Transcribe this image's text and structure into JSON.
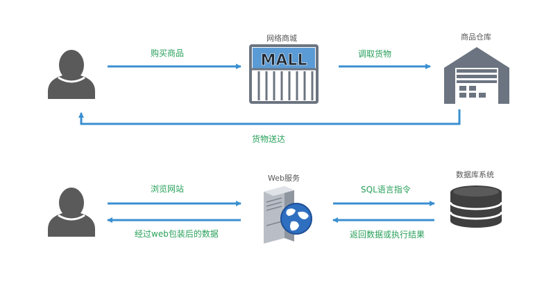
{
  "colors": {
    "arrow": "#3a8fd0",
    "label_text": "#28a05a",
    "node_text": "#555555",
    "icon_dark": "#5a5a5a",
    "mall_sign": "#5b9bd5",
    "warehouse_gray": "#6b7480",
    "globe_blue": "#2f6fc0"
  },
  "top_flow": {
    "nodes": {
      "user": {
        "icon": "user-icon"
      },
      "mall": {
        "title": "网络商城",
        "icon": "mall-icon",
        "sign_text": "MALL"
      },
      "warehouse": {
        "title": "商品仓库",
        "icon": "warehouse-icon"
      }
    },
    "edges": {
      "buy": "购买商品",
      "fetch": "调取货物",
      "deliver": "货物送达"
    }
  },
  "bottom_flow": {
    "nodes": {
      "user": {
        "icon": "user-icon"
      },
      "web": {
        "title": "Web服务",
        "icon": "web-server-icon"
      },
      "db": {
        "title": "数据库系统",
        "icon": "database-icon"
      }
    },
    "edges": {
      "browse": "浏览网站",
      "wrapped_data": "经过web包装后的数据",
      "sql": "SQL语言指令",
      "return": "返回数据或执行结果"
    }
  }
}
